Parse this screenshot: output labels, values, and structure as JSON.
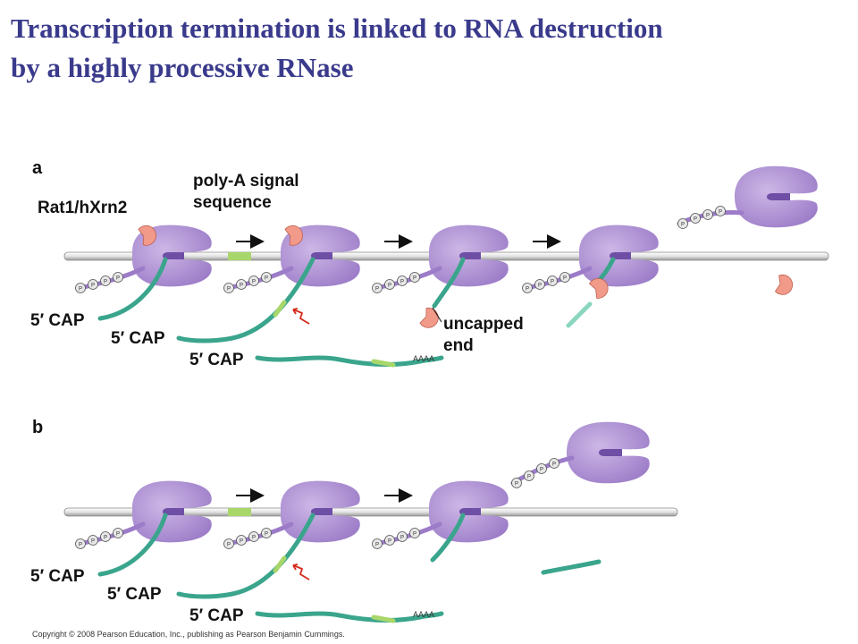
{
  "title": {
    "line1": "Transcription termination is linked to RNA destruction",
    "line2": "by a highly processive RNase"
  },
  "panel_a": {
    "letter": "a",
    "rat1_label": "Rat1/hXrn2",
    "polyA_label_line1": "poly-A signal",
    "polyA_label_line2": "sequence",
    "uncapped_label_line1": "uncapped",
    "uncapped_label_line2": "end",
    "cap_labels": [
      "5′ CAP",
      "5′ CAP",
      "5′ CAP"
    ],
    "polyA_tail": "AAAA"
  },
  "panel_b": {
    "letter": "b",
    "cap_labels": [
      "5′ CAP",
      "5′ CAP",
      "5′ CAP"
    ],
    "polyA_tail": "AAAA"
  },
  "phospho_label": "P",
  "copyright": "Copyright © 2008 Pearson Education, Inc., publishing as Pearson Benjamin Cummings.",
  "colors": {
    "title": "#3a3a8c",
    "polymerase": "#b59ad6",
    "polymerase_dark": "#8e6fbd",
    "rna": "#3aa58c",
    "polyA_signal": "#a8d66a",
    "rnase": "#f29a8a",
    "dna": "#d9d9d9",
    "cleavage_arrow": "#d42a1a"
  }
}
